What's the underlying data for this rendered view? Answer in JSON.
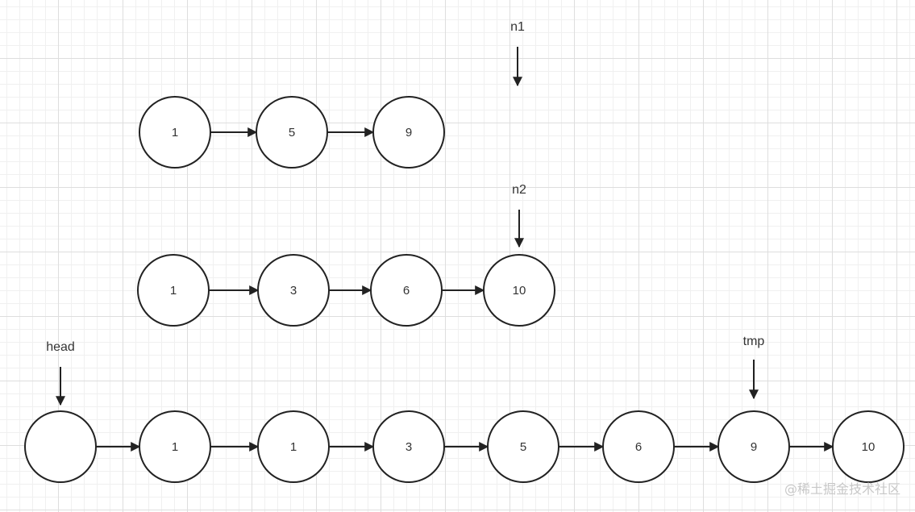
{
  "lists": [
    {
      "id": "list-a",
      "nodes": [
        "1",
        "5",
        "9"
      ]
    },
    {
      "id": "list-b",
      "nodes": [
        "1",
        "3",
        "6",
        "10"
      ]
    },
    {
      "id": "merged",
      "nodes": [
        "",
        "1",
        "1",
        "3",
        "5",
        "6",
        "9",
        "10"
      ]
    }
  ],
  "pointers": [
    {
      "label": "n1"
    },
    {
      "label": "n2",
      "list": 1,
      "node": 3
    },
    {
      "label": "head",
      "list": 2,
      "node": 0
    },
    {
      "label": "tmp",
      "list": 2,
      "node": 6
    }
  ],
  "colors": {
    "stroke": "#222222",
    "node_fill": "#ffffff",
    "grid": "#dedede"
  },
  "watermark": "@稀土掘金技术社区"
}
